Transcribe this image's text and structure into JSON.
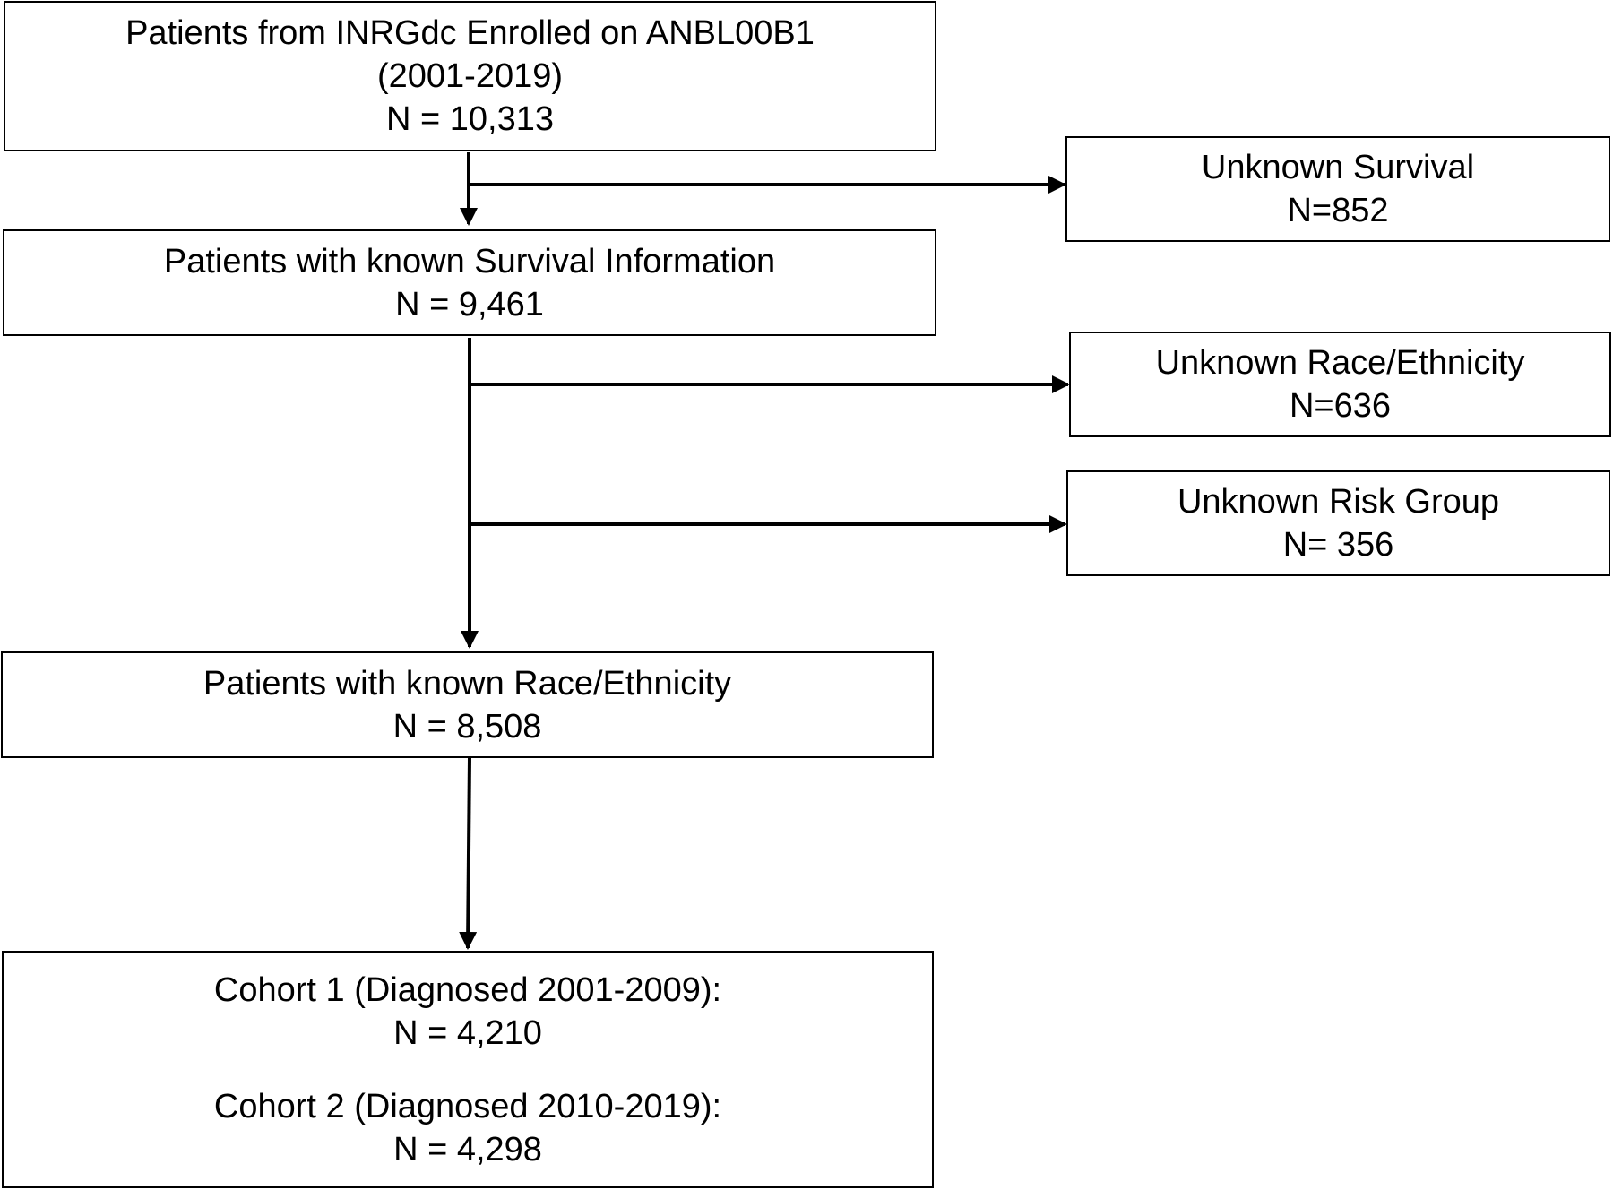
{
  "boxes": {
    "enrolled": {
      "line1": "Patients from INRGdc Enrolled on ANBL00B1",
      "line2": "(2001-2019)",
      "line3": "N = 10,313"
    },
    "known_survival": {
      "line1": "Patients with known Survival Information",
      "line2": "N = 9,461"
    },
    "known_race": {
      "line1": "Patients with known Race/Ethnicity",
      "line2": "N = 8,508"
    },
    "cohorts": {
      "c1_label": "Cohort 1 (Diagnosed 2001-2009):",
      "c1_n": "N = 4,210",
      "c2_label": "Cohort 2 (Diagnosed 2010-2019):",
      "c2_n": "N = 4,298"
    },
    "unknown_survival": {
      "line1": "Unknown Survival",
      "line2": "N=852"
    },
    "unknown_race": {
      "line1": "Unknown Race/Ethnicity",
      "line2": "N=636"
    },
    "unknown_risk": {
      "line1": "Unknown Risk Group",
      "line2": "N= 356"
    }
  }
}
